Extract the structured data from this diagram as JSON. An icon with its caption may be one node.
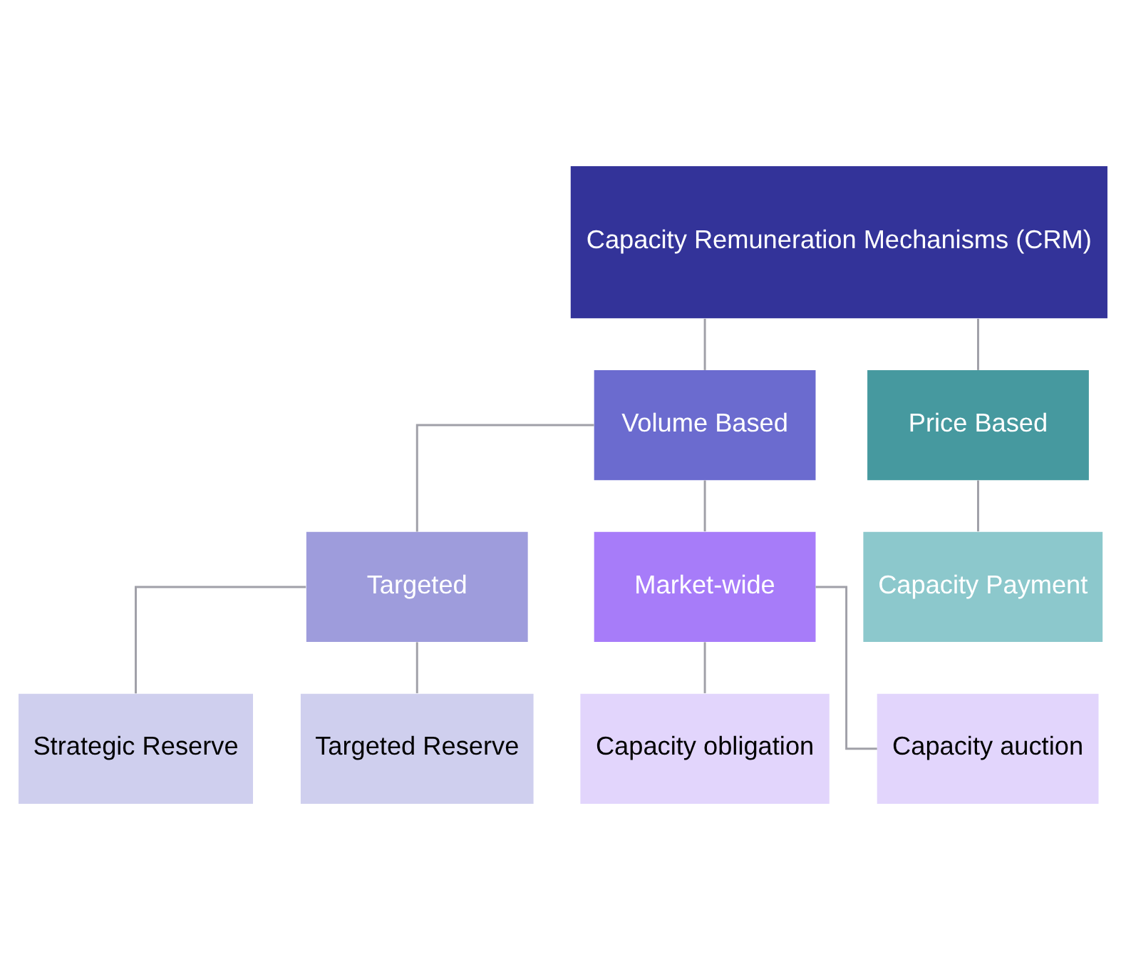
{
  "diagram": {
    "nodes": [
      {
        "text": [
          "Capacity Remuneration Mechanisms (CRM)"
        ]
      },
      {
        "text": [
          "Volume Based"
        ]
      },
      {
        "text": [
          "Price Based"
        ]
      },
      {
        "text": [
          "Targeted"
        ]
      },
      {
        "text": [
          "Market-wide"
        ]
      },
      {
        "text": [
          "Capacity Payment"
        ]
      },
      {
        "text": [
          "Strategic Reserve"
        ]
      },
      {
        "text": [
          "Targeted Reserve"
        ]
      },
      {
        "text": [
          "Capacity obligation"
        ]
      },
      {
        "text": [
          "Capacity auction"
        ]
      }
    ],
    "edges": [
      {
        "from": 0,
        "to": 1,
        "arrow": "none"
      },
      {
        "from": 0,
        "to": 2,
        "arrow": "none"
      },
      {
        "from": 1,
        "to": 3,
        "arrow": "none"
      },
      {
        "from": 1,
        "to": 4,
        "arrow": "none"
      },
      {
        "from": 2,
        "to": 5,
        "arrow": "none"
      },
      {
        "from": 3,
        "to": 6,
        "arrow": "none"
      },
      {
        "from": 3,
        "to": 7,
        "arrow": "none"
      },
      {
        "from": 4,
        "to": 8,
        "arrow": "none"
      },
      {
        "from": 4,
        "to": 9,
        "arrow": "none"
      }
    ]
  }
}
